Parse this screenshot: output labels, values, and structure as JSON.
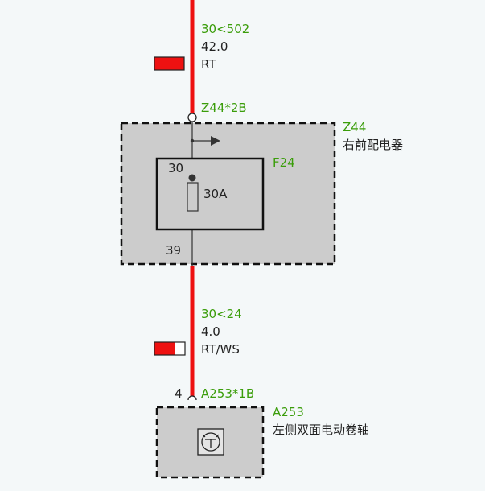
{
  "colors": {
    "wire_red": "#ee1111",
    "label_green": "#3a9d0a",
    "box_gray": "#cccccc",
    "background": "#f4f8f9"
  },
  "wire_top": {
    "code": "30<502",
    "gauge": "42.0",
    "color_code": "RT",
    "swatch": [
      "#ee1111"
    ]
  },
  "connector_top": {
    "label": "Z44*2B"
  },
  "component_z44": {
    "id": "Z44",
    "name": "右前配电器"
  },
  "fuse_f24": {
    "id": "F24",
    "pin_in": "30",
    "rating": "30A",
    "pin_out": "39"
  },
  "wire_bottom": {
    "code": "30<24",
    "gauge": "4.0",
    "color_code": "RT/WS",
    "swatch": [
      "#ee1111",
      "#ffffff"
    ]
  },
  "connector_bottom": {
    "pin": "4",
    "label": "A253*1B"
  },
  "component_a253": {
    "id": "A253",
    "name": "左侧双面电动卷轴",
    "icon": "motor-icon"
  }
}
